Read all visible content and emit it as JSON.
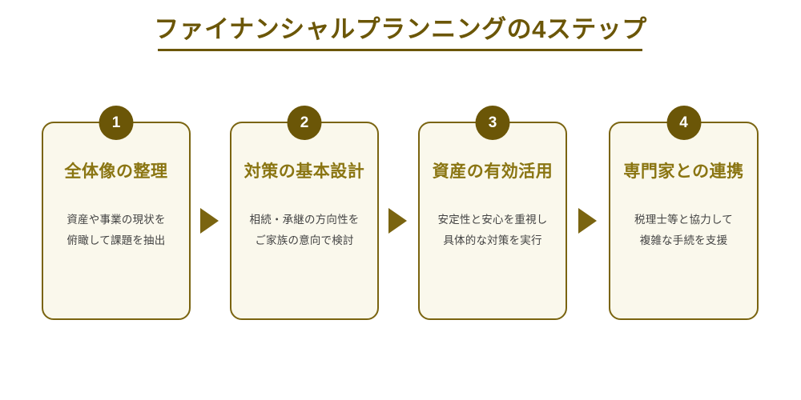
{
  "page": {
    "background_color": "#ffffff",
    "title": "ファイナンシャルプランニングの4ステップ",
    "title_color": "#6b5607",
    "accent_color": "#7a6410",
    "card_background": "#faf8ec",
    "card_heading_color": "#8a7512",
    "body_text_color": "#444444"
  },
  "steps": [
    {
      "number": "1",
      "heading": "全体像の整理",
      "desc_line1": "資産や事業の現状を",
      "desc_line2": "俯瞰して課題を抽出"
    },
    {
      "number": "2",
      "heading": "対策の基本設計",
      "desc_line1": "相続・承継の方向性を",
      "desc_line2": "ご家族の意向で検討"
    },
    {
      "number": "3",
      "heading": "資産の有効活用",
      "desc_line1": "安定性と安心を重視し",
      "desc_line2": "具体的な対策を実行"
    },
    {
      "number": "4",
      "heading": "専門家との連携",
      "desc_line1": "税理士等と協力して",
      "desc_line2": "複雑な手続を支援"
    }
  ],
  "connectors": [
    {
      "icon": "triangle-right-icon"
    },
    {
      "icon": "triangle-right-icon"
    },
    {
      "icon": "triangle-right-icon"
    }
  ]
}
